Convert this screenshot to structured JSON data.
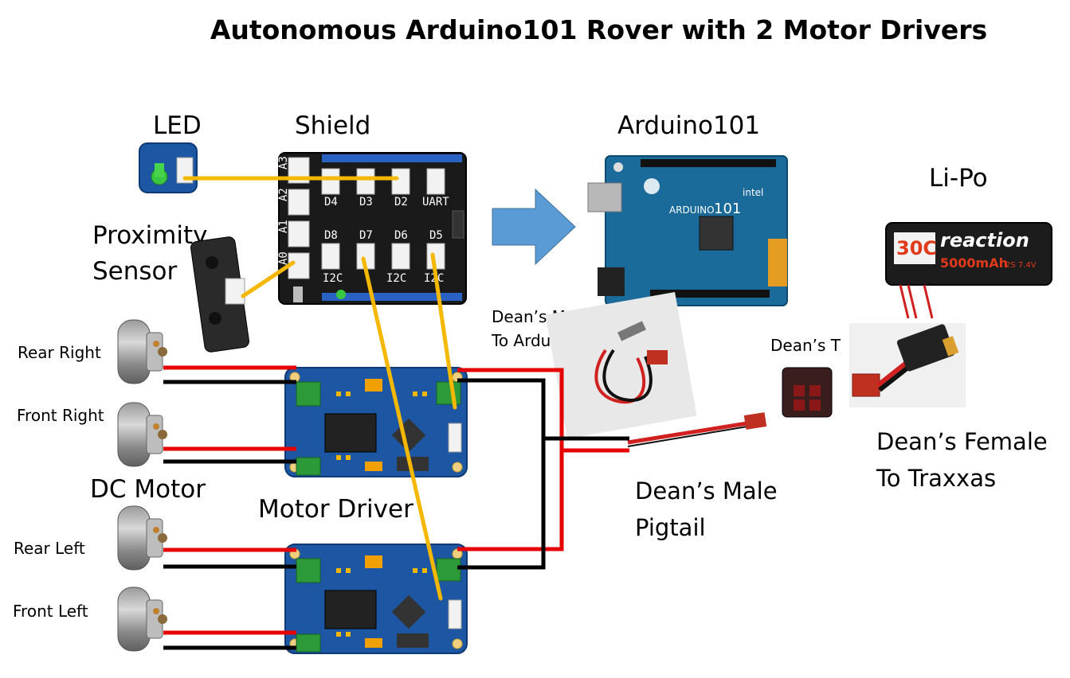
{
  "title": "Autonomous Arduino101 Rover with 2 Motor Drivers",
  "labels": {
    "led": "LED",
    "shield": "Shield",
    "arduino": "Arduino101",
    "lipo": "Li-Po",
    "proximity_line1": "Proximity",
    "proximity_line2": "Sensor",
    "rear_right": "Rear Right",
    "front_right": "Front Right",
    "dc_motor": "DC Motor",
    "motor_driver": "Motor Driver",
    "rear_left": "Rear Left",
    "front_left": "Front Left",
    "deans_male_arduino_line1": "Dean’s Male",
    "deans_male_arduino_line2": "To Arduino",
    "deans_t": "Dean’s T",
    "deans_female_line1": "Dean’s Female",
    "deans_female_line2": "To Traxxas",
    "deans_pigtail_line1": "Dean’s Male",
    "deans_pigtail_line2": "Pigtail"
  },
  "shield_ports": [
    "A3",
    "A2",
    "A1",
    "A0",
    "D4",
    "D3",
    "D2",
    "UART",
    "D8",
    "D7",
    "D6",
    "D5",
    "I2C",
    "I2C",
    "I2C"
  ],
  "arduino_text": {
    "brand": "ARDUINO",
    "model": "101",
    "chip": "intel"
  },
  "battery_text": {
    "rating": "30C",
    "brand": "reaction",
    "capacity": "5000mAh",
    "voltage": "2S 7.4V"
  },
  "colors": {
    "signal_wire": "#f5b800",
    "power_positive": "#e60000",
    "power_negative": "#000000",
    "arrow": "#5b9bd5",
    "board_blue": "#1d57a3",
    "shield_black": "#1a1a1a"
  }
}
